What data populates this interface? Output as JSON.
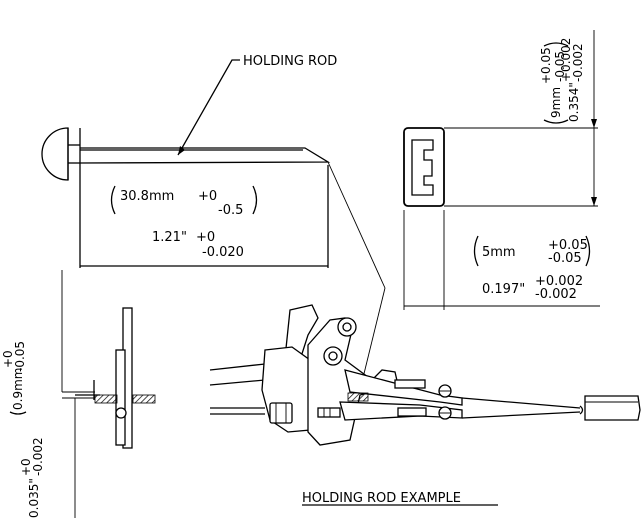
{
  "labels": {
    "holding_rod": "HOLDING ROD",
    "example_caption": "HOLDING ROD EXAMPLE"
  },
  "dimensions": {
    "rod_length_mm": "30.8mm",
    "rod_length_mm_upper": "+0",
    "rod_length_mm_lower": "-0.5",
    "rod_length_in": "1.21\"",
    "rod_length_in_upper": "+0",
    "rod_length_in_lower": "-0.020",
    "height_mm": "9mm",
    "height_mm_upper": "+0.05",
    "height_mm_lower": "-0.05",
    "height_in": "0.354\"",
    "height_in_upper": "+0.002",
    "height_in_lower": "-0.002",
    "width_mm": "5mm",
    "width_mm_upper": "+0.05",
    "width_mm_lower": "-0.05",
    "width_in": "0.197\"",
    "width_in_upper": "+0.002",
    "width_in_lower": "-0.002",
    "dia_mm": "0.9mm",
    "dia_mm_upper": "+0",
    "dia_mm_lower": "-0.05",
    "dia_in": "0.035\"",
    "dia_in_upper": "+0",
    "dia_in_lower": "-0.002"
  }
}
